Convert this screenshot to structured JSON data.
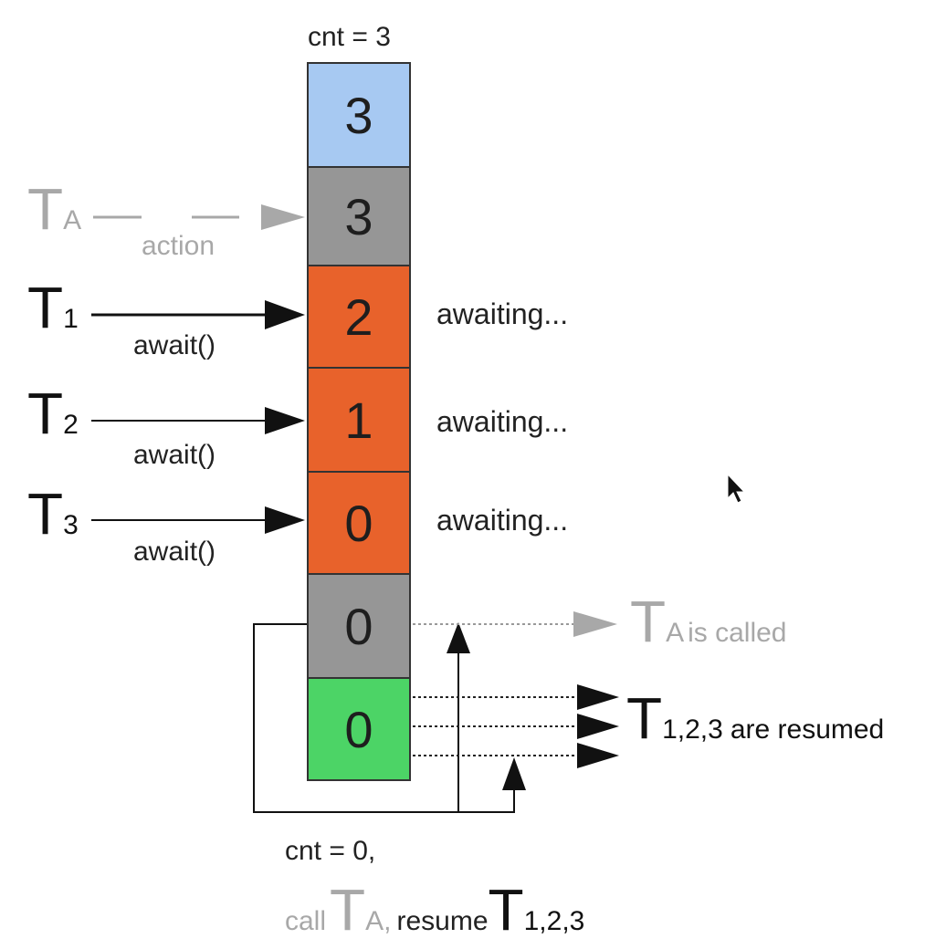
{
  "title": "cnt = 3",
  "colors": {
    "blue": "#a7c9f2",
    "gray": "#969696",
    "orange": "#e8622b",
    "green": "#4cd466",
    "muted": "#a8a8a8",
    "ink": "#111111"
  },
  "cells": [
    {
      "value": "3",
      "color": "blue"
    },
    {
      "value": "3",
      "color": "gray"
    },
    {
      "value": "2",
      "color": "orange"
    },
    {
      "value": "1",
      "color": "orange"
    },
    {
      "value": "0",
      "color": "orange"
    },
    {
      "value": "0",
      "color": "gray"
    },
    {
      "value": "0",
      "color": "green"
    }
  ],
  "threads": {
    "a": {
      "letter": "T",
      "sub": "A",
      "label": "action"
    },
    "t1": {
      "letter": "T",
      "sub": "1",
      "label": "await()",
      "status": "awaiting..."
    },
    "t2": {
      "letter": "T",
      "sub": "2",
      "label": "await()",
      "status": "awaiting..."
    },
    "t3": {
      "letter": "T",
      "sub": "3",
      "label": "await()",
      "status": "awaiting..."
    }
  },
  "outputs": {
    "called": {
      "letter": "T",
      "sub": "A",
      "text": "is called"
    },
    "resumed": {
      "letter": "T",
      "sub": "1,2,3",
      "text": "are resumed"
    }
  },
  "bottom": {
    "line1": "cnt = 0,",
    "call": "call",
    "call_letter": "T",
    "call_sub": "A,",
    "resume": "resume",
    "resume_letter": "T",
    "resume_sub": "1,2,3"
  }
}
